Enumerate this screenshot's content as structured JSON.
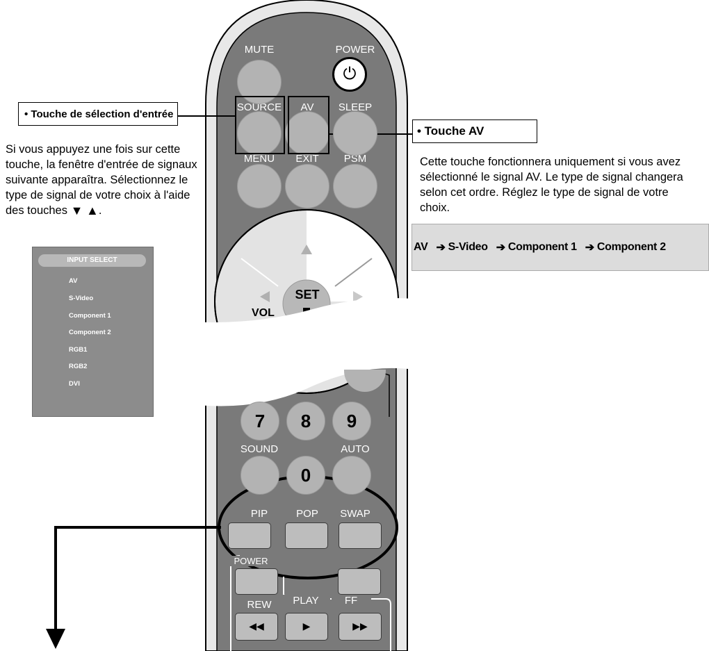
{
  "left_callout": {
    "label": "• Touche de sélection d'entrée",
    "description": "Si vous appuyez une fois sur cette touche, la fenêtre d'entrée de signaux suivante apparaîtra. Sélectionnez le type de signal de votre choix à l'aide des touches",
    "arrow_down": "▼",
    "arrow_up": "▲"
  },
  "input_menu": {
    "title": "INPUT SELECT",
    "items": [
      "AV",
      "S-Video",
      "Component 1",
      "Component 2",
      "RGB1",
      "RGB2",
      "DVI"
    ]
  },
  "right_callout": {
    "label": "• Touche AV",
    "description": "Cette touche fonctionnera uniquement si vous avez sélectionné le signal AV. Le type de signal changera selon cet ordre. Réglez le type de signal de votre choix."
  },
  "signal_order": {
    "arrow": "➔",
    "items": [
      "AV",
      "S-Video",
      "Component 1",
      "Component 2"
    ]
  },
  "remote": {
    "mute": "MUTE",
    "power": "POWER",
    "source": "SOURCE",
    "av": "AV",
    "sleep": "SLEEP",
    "menu": "MENU",
    "exit": "EXIT",
    "psm": "PSM",
    "set": "SET",
    "vol": "VOL",
    "num7": "7",
    "num8": "8",
    "num9": "9",
    "sound": "SOUND",
    "num0": "0",
    "auto": "AUTO",
    "pip": "PIP",
    "pop": "POP",
    "swap": "SWAP",
    "power_small": "POWER",
    "rew": "REW",
    "play": "PLAY",
    "ff": "FF",
    "rew_glyph": "◀◀",
    "play_glyph": "▶",
    "ff_glyph": "▶▶"
  },
  "colors": {
    "remote_body": "#7a7a7a",
    "button": "#b3b3b3",
    "order_box": "#dcdcdc"
  }
}
